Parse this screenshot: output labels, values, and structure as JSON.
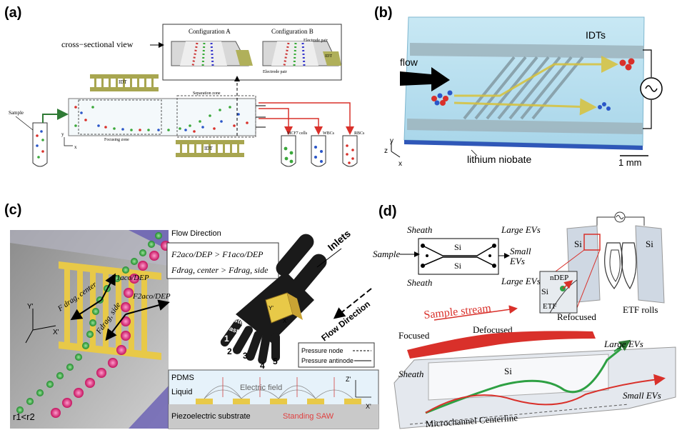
{
  "panel_a": {
    "label": "(a)",
    "config_a": "Configuration A",
    "config_b": "Configuration B",
    "cross_section": "cross−sectional view",
    "electrode_pair_top": "Electrode pair",
    "idt_side": "IDT",
    "electrode_pair_bottom": "Electrode pair",
    "idt_top": "IDT",
    "idt_bottom": "IDT",
    "separation_zone": "Separation zone",
    "focusing_zone": "Focusing zone",
    "sample": "Sample",
    "mcf7": "MCF7 cells",
    "wbcs": "WBCs",
    "rbcs": "RBCs",
    "axis_y": "y",
    "axis_x": "x"
  },
  "panel_b": {
    "label": "(b)",
    "idts": "IDTs",
    "flow": "flow",
    "substrate": "lithium niobate",
    "scale": "1 mm",
    "axis_z": "z",
    "axis_y": "y",
    "axis_x": "x"
  },
  "panel_c": {
    "label": "(c)",
    "flow_direction_top": "Flow Direction",
    "eq1": "F2aco/DEP > F1aco/DEP",
    "eq2": "Fdrag, center > Fdrag, side",
    "f_drag_center": "F drag, center",
    "f_aco1": "F1aco/DEP",
    "f_drag_side": "Fdrag, side",
    "f_aco2": "F2aco/DEP",
    "inlets": "Inlets",
    "flow_direction": "Flow Direction",
    "waste1": "waste",
    "waste2": "waste",
    "pressure_node": "Pressure node",
    "pressure_antinode": "Pressure antinode",
    "pdms": "PDMS",
    "liquid": "Liquid",
    "electric_field": "Electric field",
    "substrate": "Piezoelectric substrate",
    "standing_saw": "Standing SAW",
    "r_relation": "r1<r2",
    "axis_y": "Y'",
    "axis_x": "X'",
    "axis_z": "Z'",
    "outlets": [
      "1",
      "2",
      "3",
      "4",
      "5"
    ]
  },
  "panel_d": {
    "label": "(d)",
    "sheath_top": "Sheath",
    "sheath_bottom": "Sheath",
    "sample": "Sample",
    "si_top": "Si",
    "si_bottom": "Si",
    "large_evs_top": "Large EVs",
    "small_evs": "Small",
    "small_evs2": "EVs",
    "large_evs_bottom": "Large EVs",
    "si_left": "Si",
    "si_right": "Si",
    "ndep": "nDEP",
    "si_inset": "Si",
    "etf": "ETF",
    "etf_rolls": "ETF rolls",
    "sample_stream": "Sample stream",
    "focused": "Focused",
    "defocused": "Defocused",
    "refocused": "Refocused",
    "large_evs_3d": "Large EVs",
    "sheath_3d": "Sheath",
    "si_3d": "Si",
    "small_evs_3d": "Small EVs",
    "centerline": "Microchannel Centerline"
  },
  "colors": {
    "idt_olive": "#a8a650",
    "red_cell": "#d9302a",
    "green_cell": "#3aa83a",
    "blue_cell": "#2a56c8",
    "pink_particle": "#e0247a",
    "channel_blue": "#bfe3f2"
  }
}
